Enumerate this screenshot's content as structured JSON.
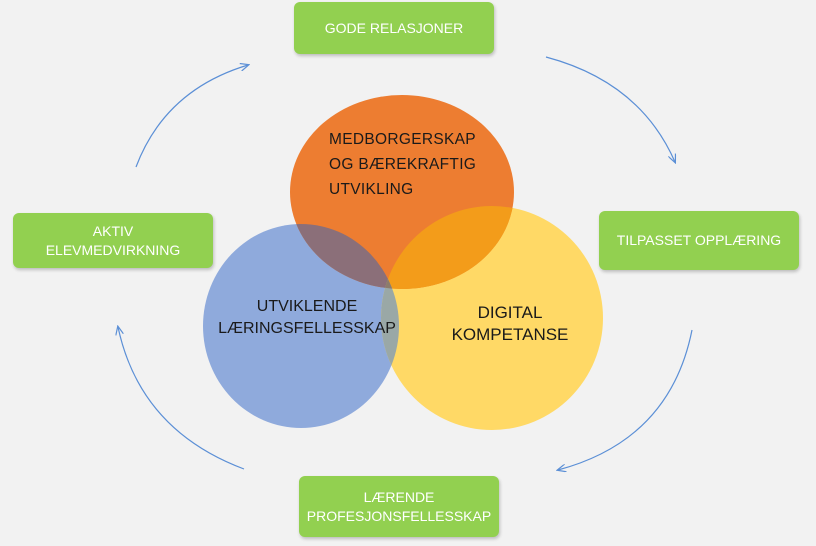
{
  "boxes": {
    "top": {
      "lines": [
        "GODE RELASJONER"
      ]
    },
    "right": {
      "lines": [
        "TILPASSET OPPLÆRING"
      ]
    },
    "bottom": {
      "lines": [
        "LÆRENDE",
        "PROFESJONSFELLESSKAP"
      ]
    },
    "left": {
      "lines": [
        "AKTIV",
        "ELEVMEDVIRKNING"
      ]
    }
  },
  "circles": {
    "orange": {
      "lines": [
        "MEDBORGERSKAP",
        "OG BÆREKRAFTIG",
        "UTVIKLING"
      ],
      "color": "#ed7d31"
    },
    "blue": {
      "lines": [
        "UTVIKLENDE",
        "LÆRINGSFELLESSKAP"
      ],
      "color": "#8faadc"
    },
    "yellow": {
      "lines": [
        "DIGITAL",
        "KOMPETANSE"
      ],
      "color": "#ffd966"
    }
  },
  "colors": {
    "box_fill": "#92d050",
    "arrow": "#5b8fd6",
    "background": "#f2f2f2"
  }
}
